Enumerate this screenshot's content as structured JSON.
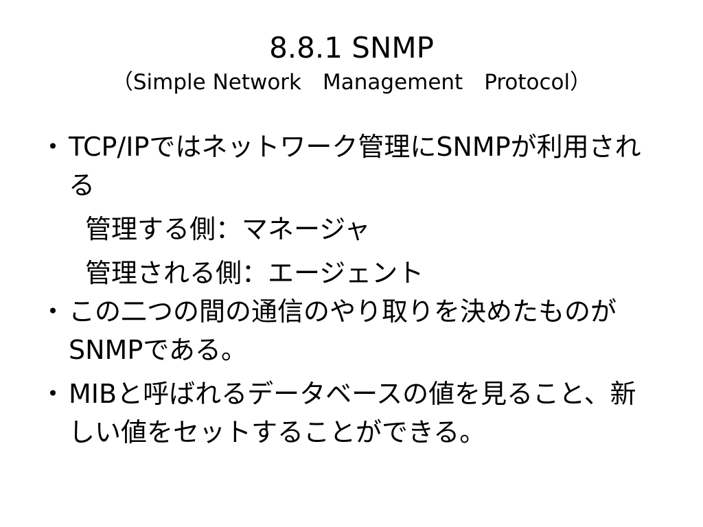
{
  "title": {
    "line1": "8.8.1 SNMP",
    "line2": "（Simple Network　Management　Protocol）"
  },
  "bullets": [
    {
      "marker": "・",
      "text": "TCP/IPではネットワーク管理にSNMPが利用される"
    },
    {
      "marker": "・",
      "text": "この二つの間の通信のやり取りを決めたものがSNMPである。"
    },
    {
      "marker": "・",
      "text": "MIBと呼ばれるデータベースの値を見ること、新しい値をセットすることができる。"
    }
  ],
  "roles": {
    "manager": "管理する側：マネージャ",
    "agent": "管理される側：エージェント"
  }
}
